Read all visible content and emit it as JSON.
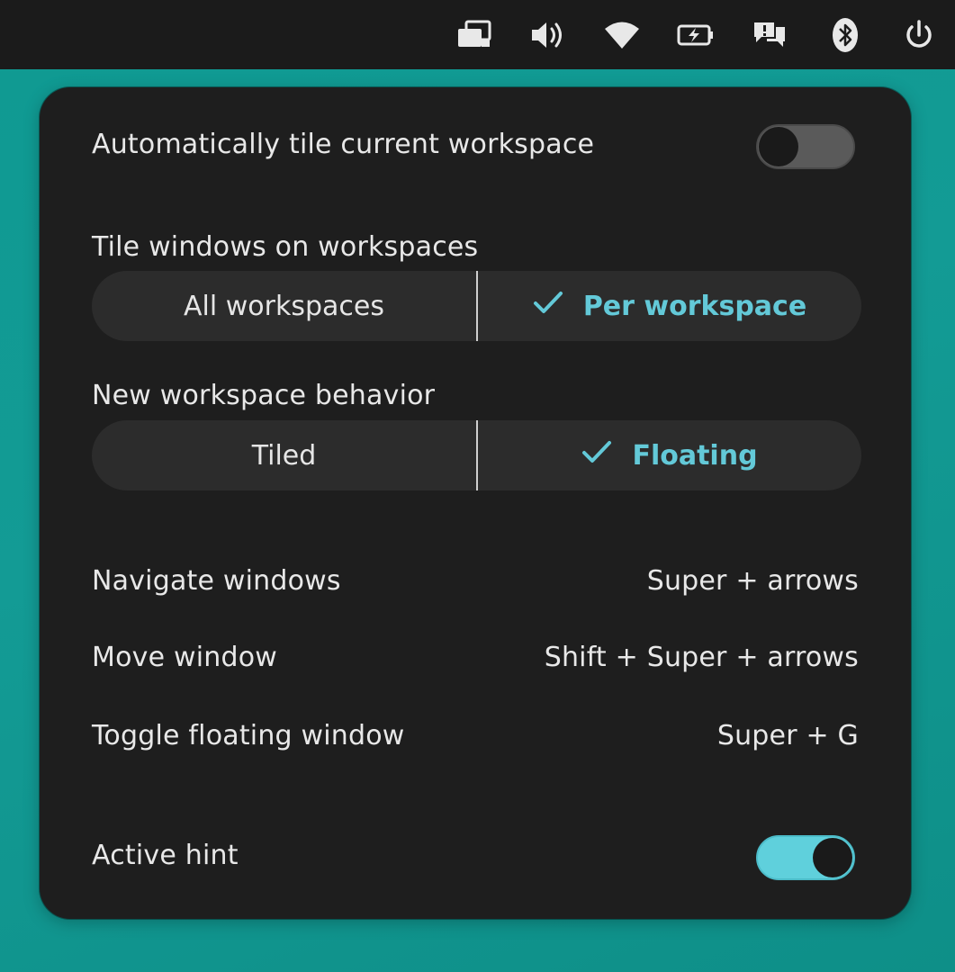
{
  "topbar": {
    "icons": [
      "windows-icon",
      "volume-icon",
      "wifi-icon",
      "battery-charging-icon",
      "notifications-icon",
      "bluetooth-icon",
      "power-icon"
    ]
  },
  "panel": {
    "auto_tile": {
      "label": "Automatically tile current workspace",
      "enabled": false
    },
    "tile_windows": {
      "label": "Tile windows on workspaces",
      "options": [
        "All workspaces",
        "Per workspace"
      ],
      "selected": "Per workspace"
    },
    "new_workspace": {
      "label": "New workspace behavior",
      "options": [
        "Tiled",
        "Floating"
      ],
      "selected": "Floating"
    },
    "shortcuts": [
      {
        "action": "Navigate windows",
        "keys": "Super + arrows"
      },
      {
        "action": "Move window",
        "keys": "Shift + Super + arrows"
      },
      {
        "action": "Toggle floating window",
        "keys": "Super + G"
      }
    ],
    "active_hint": {
      "label": "Active hint",
      "enabled": true
    }
  },
  "colors": {
    "accent": "#63c9d8",
    "panel_bg": "#1e1e1e",
    "topbar_bg": "#1b1b1b",
    "desktop": "#139b95"
  }
}
